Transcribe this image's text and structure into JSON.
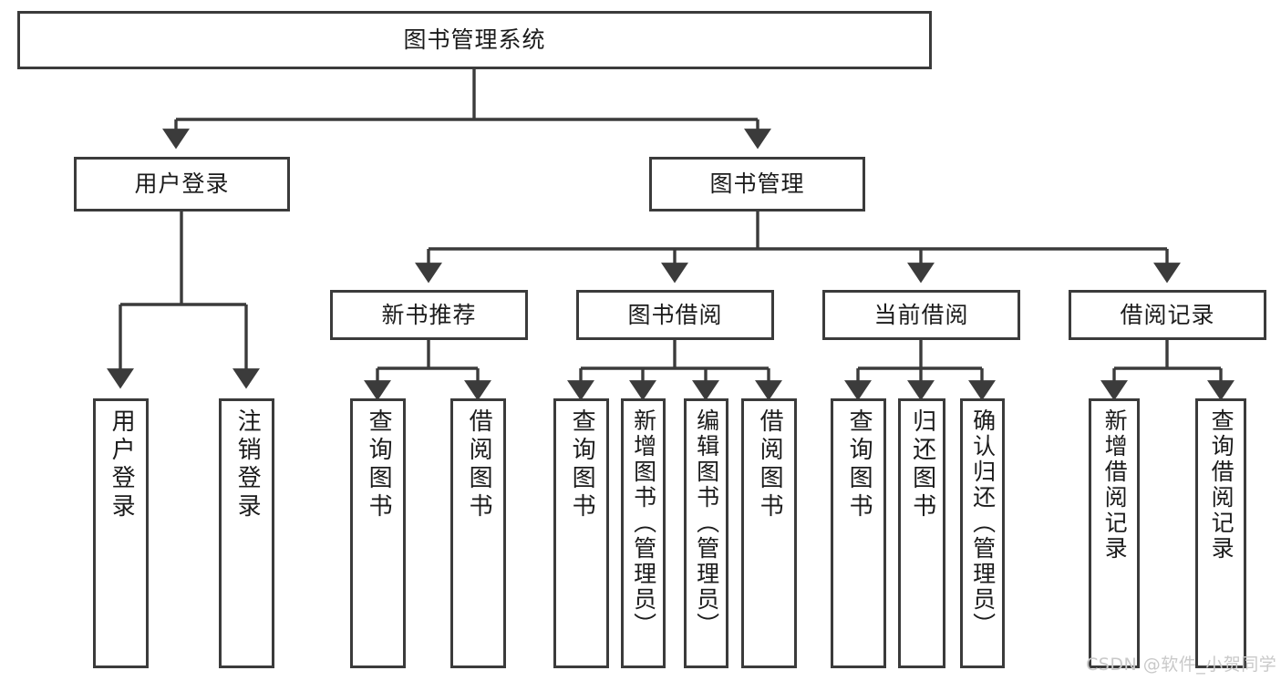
{
  "diagram": {
    "title": "图书管理系统",
    "type": "tree-hierarchy-diagram",
    "style": {
      "border_color": "#3b3b3b",
      "background": "#ffffff",
      "text_color": "#1b1b1b",
      "watermark_color": "#c9c9c9"
    },
    "levels": {
      "root": "图书管理系统",
      "level2": [
        "用户登录",
        "图书管理"
      ],
      "level3": [
        "新书推荐",
        "图书借阅",
        "当前借阅",
        "借阅记录"
      ]
    },
    "nodes": {
      "root": {
        "label": "图书管理系统"
      },
      "user_login": {
        "label": "用户登录"
      },
      "book_manage": {
        "label": "图书管理"
      },
      "new_book_rec": {
        "label": "新书推荐"
      },
      "book_borrow": {
        "label": "图书借阅"
      },
      "current_borrow": {
        "label": "当前借阅"
      },
      "borrow_record": {
        "label": "借阅记录"
      },
      "leaf_user_login": {
        "label": "用户登录"
      },
      "leaf_logout": {
        "label": "注销登录"
      },
      "leaf_query_book_1": {
        "label": "查询图书"
      },
      "leaf_borrow_book_1": {
        "label": "借阅图书"
      },
      "leaf_query_book_2": {
        "label": "查询图书"
      },
      "leaf_add_book_admin": {
        "label": "新增图书（管理员）"
      },
      "leaf_edit_book_admin": {
        "label": "编辑图书（管理员）"
      },
      "leaf_borrow_book_2": {
        "label": "借阅图书"
      },
      "leaf_query_book_3": {
        "label": "查询图书"
      },
      "leaf_return_book": {
        "label": "归还图书"
      },
      "leaf_confirm_return_admin": {
        "label": "确认归还（管理员）"
      },
      "leaf_add_record": {
        "label": "新增借阅记录"
      },
      "leaf_query_record": {
        "label": "查询借阅记录"
      }
    },
    "edges": [
      {
        "from": "root",
        "to": "user_login"
      },
      {
        "from": "root",
        "to": "book_manage"
      },
      {
        "from": "user_login",
        "to": "leaf_user_login"
      },
      {
        "from": "user_login",
        "to": "leaf_logout"
      },
      {
        "from": "book_manage",
        "to": "new_book_rec"
      },
      {
        "from": "book_manage",
        "to": "book_borrow"
      },
      {
        "from": "book_manage",
        "to": "current_borrow"
      },
      {
        "from": "book_manage",
        "to": "borrow_record"
      },
      {
        "from": "new_book_rec",
        "to": "leaf_query_book_1"
      },
      {
        "from": "new_book_rec",
        "to": "leaf_borrow_book_1"
      },
      {
        "from": "book_borrow",
        "to": "leaf_query_book_2"
      },
      {
        "from": "book_borrow",
        "to": "leaf_add_book_admin"
      },
      {
        "from": "book_borrow",
        "to": "leaf_edit_book_admin"
      },
      {
        "from": "book_borrow",
        "to": "leaf_borrow_book_2"
      },
      {
        "from": "current_borrow",
        "to": "leaf_query_book_3"
      },
      {
        "from": "current_borrow",
        "to": "leaf_return_book"
      },
      {
        "from": "current_borrow",
        "to": "leaf_confirm_return_admin"
      },
      {
        "from": "borrow_record",
        "to": "leaf_add_record"
      },
      {
        "from": "borrow_record",
        "to": "leaf_query_record"
      }
    ]
  },
  "watermark": {
    "text": "CSDN @软件_小贺同学"
  }
}
